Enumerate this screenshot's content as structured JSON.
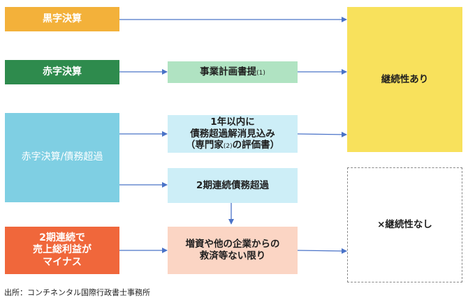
{
  "nodes": {
    "profit": {
      "label": "黒字決算",
      "color": "#f3b13a"
    },
    "loss": {
      "label": "赤字決算",
      "color": "#2e8b4d"
    },
    "loss_debt": {
      "label": "赤字決算/債務超過",
      "color": "#7fcfe3"
    },
    "gross_negative": {
      "label": "2期連続で\n売上総利益が\nマイナス",
      "color": "#f0673b"
    },
    "business_plan": {
      "label": "事業計画書提",
      "sup": "(1)",
      "color": "#b0e3c2"
    },
    "resolve_plan": {
      "label_line1": "1年以内に",
      "label_line2": "債務超過解消見込み",
      "label_line3a": "（専門家",
      "label_line3sup": "(2)",
      "label_line3b": "の評価書）",
      "color": "#cdeef7"
    },
    "two_term_debt": {
      "label": "2期連続債務超過",
      "color": "#cdeef7"
    },
    "capital_increase": {
      "label": "増資や他の企業からの\n救済等ない限り",
      "color": "#fbd5c4"
    },
    "going_concern": {
      "label": "継続性あり",
      "color": "#f8e15c"
    },
    "no_going_concern": {
      "label": "×継続性なし"
    }
  },
  "source": "出所：コンチネンタル国際行政書士事務所",
  "colors": {
    "arrow": "#4a73c8",
    "dashed_border": "#888888"
  }
}
